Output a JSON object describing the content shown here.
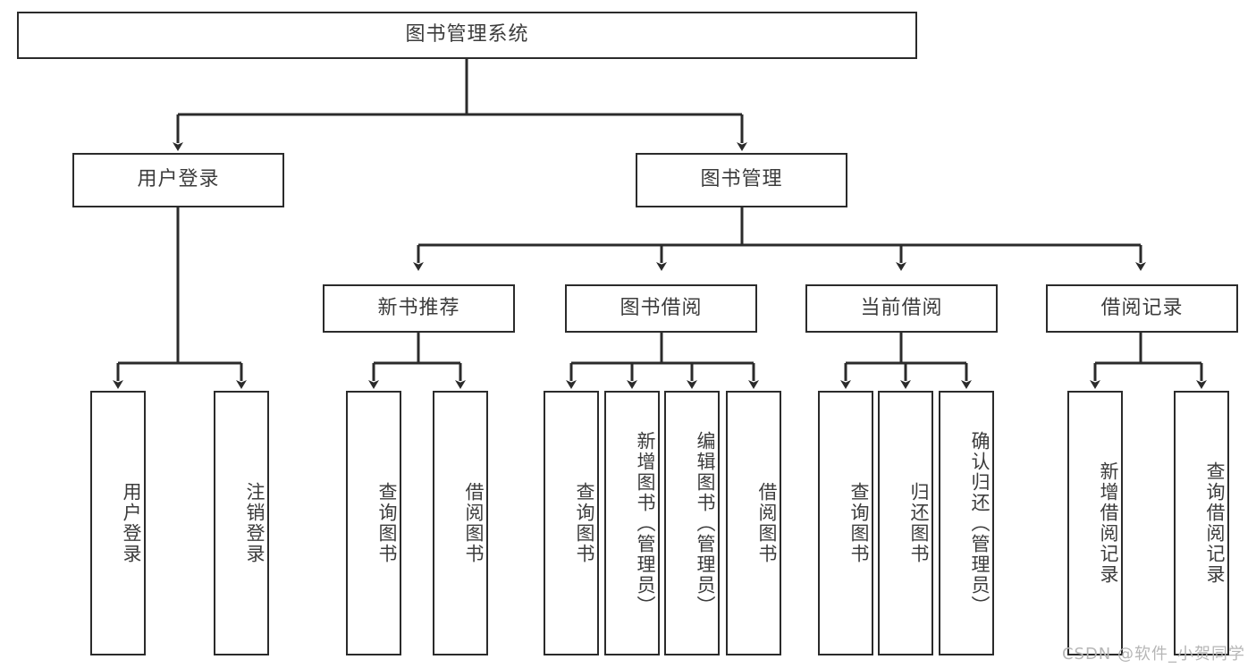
{
  "diagram": {
    "type": "tree-hierarchy",
    "title": "图书管理系统",
    "root": {
      "id": "root",
      "label": "图书管理系统"
    },
    "level1": [
      {
        "id": "user-login",
        "label": "用户登录"
      },
      {
        "id": "book-manage",
        "label": "图书管理"
      }
    ],
    "level2": [
      {
        "id": "new-book-recommend",
        "label": "新书推荐",
        "parent": "book-manage"
      },
      {
        "id": "book-borrow",
        "label": "图书借阅",
        "parent": "book-manage"
      },
      {
        "id": "current-borrow",
        "label": "当前借阅",
        "parent": "book-manage"
      },
      {
        "id": "borrow-record",
        "label": "借阅记录",
        "parent": "book-manage"
      }
    ],
    "leaves": {
      "user-login": [
        {
          "id": "leaf-user-login",
          "label": "用户登录"
        },
        {
          "id": "leaf-user-logout",
          "label": "注销登录"
        }
      ],
      "new-book-recommend": [
        {
          "id": "leaf-query-book-1",
          "label": "查询图书"
        },
        {
          "id": "leaf-borrow-book-1",
          "label": "借阅图书"
        }
      ],
      "book-borrow": [
        {
          "id": "leaf-query-book-2",
          "label": "查询图书"
        },
        {
          "id": "leaf-add-book",
          "label": "新增图书（管理员）"
        },
        {
          "id": "leaf-edit-book",
          "label": "编辑图书（管理员）"
        },
        {
          "id": "leaf-borrow-book-2",
          "label": "借阅图书"
        }
      ],
      "current-borrow": [
        {
          "id": "leaf-query-book-3",
          "label": "查询图书"
        },
        {
          "id": "leaf-return-book",
          "label": "归还图书"
        },
        {
          "id": "leaf-confirm-return",
          "label": "确认归还（管理员）"
        }
      ],
      "borrow-record": [
        {
          "id": "leaf-add-record",
          "label": "新增借阅记录"
        },
        {
          "id": "leaf-query-record",
          "label": "查询借阅记录"
        }
      ]
    }
  },
  "watermark": {
    "text": "CSDN @软件_小贺同学"
  },
  "colors": {
    "stroke": "#2b2b2b",
    "text": "#3c3c3c",
    "background": "#ffffff",
    "watermark": "#b6b6b6"
  }
}
